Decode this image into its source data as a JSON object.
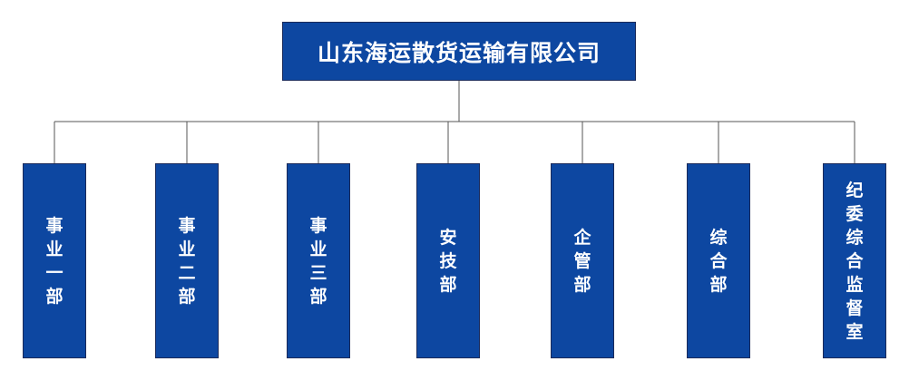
{
  "org_chart": {
    "root": {
      "label": "山东海运散货运输有限公司"
    },
    "departments": [
      {
        "label": "事业一部"
      },
      {
        "label": "事业二部"
      },
      {
        "label": "事业三部"
      },
      {
        "label": "安技部"
      },
      {
        "label": "企管部"
      },
      {
        "label": "综合部"
      },
      {
        "label": "纪委综合监督室"
      }
    ]
  },
  "colors": {
    "box_fill": "#0d47a1",
    "box_border": "#1a2a5a",
    "text": "#ffffff",
    "connector": "#555555"
  }
}
